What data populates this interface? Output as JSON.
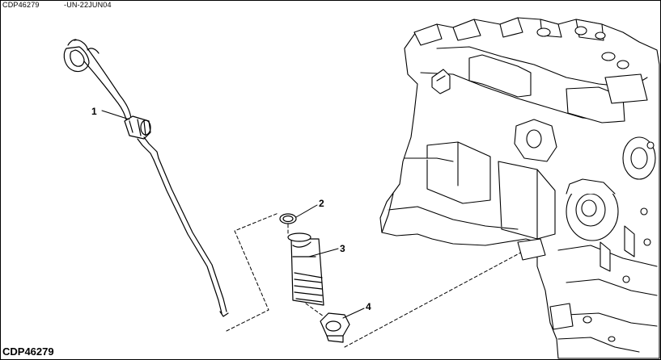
{
  "header": {
    "image_code": "CDP46279",
    "date_code": "-UN-22JUN04"
  },
  "footer": {
    "image_code": "CDP46279"
  },
  "callouts": [
    {
      "label": "1",
      "part": "dipstick-tube"
    },
    {
      "label": "2",
      "part": "o-ring"
    },
    {
      "label": "3",
      "part": "adapter-fitting"
    },
    {
      "label": "4",
      "part": "nut"
    }
  ],
  "colors": {
    "line": "#000000",
    "background": "#ffffff"
  }
}
